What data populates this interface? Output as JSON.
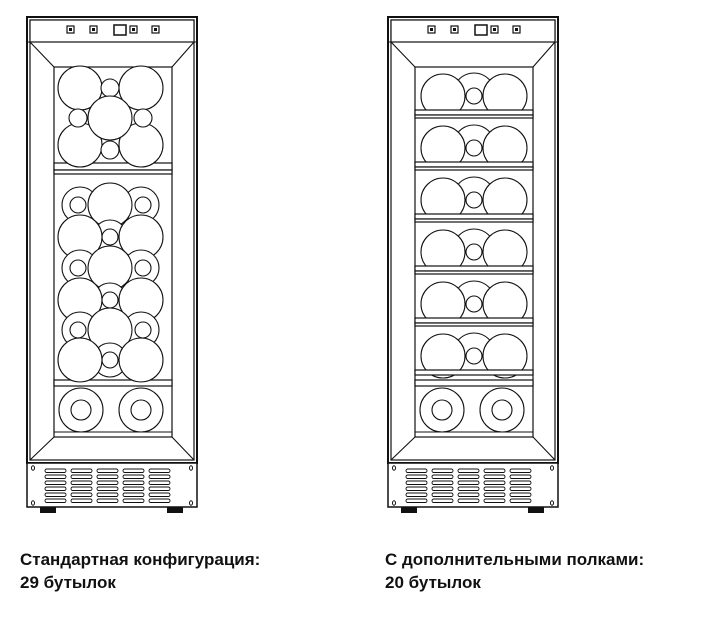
{
  "captions": {
    "left": {
      "title": "Стандартная конфигурация:",
      "count": "29 бутылок"
    },
    "right": {
      "title": "С дополнительными полками:",
      "count": "20 бутылок"
    }
  },
  "fridges": [
    {
      "name": "standard",
      "bottles": 29,
      "shelves": 2
    },
    {
      "name": "extra-shelves",
      "bottles": 20,
      "shelves": 6
    }
  ],
  "colors": {
    "line": "#111111",
    "background": "#ffffff"
  }
}
